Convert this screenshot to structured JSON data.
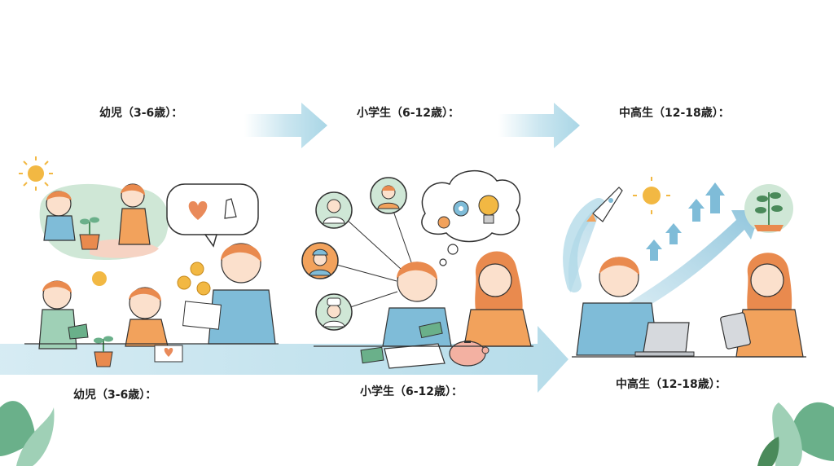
{
  "stages": {
    "top": [
      {
        "label": "幼児（3-6歳）："
      },
      {
        "label": "小学生（6-12歳）："
      },
      {
        "label": "中高生（12-18歳）："
      }
    ],
    "bottom": [
      {
        "label": "幼児（3-6歳）："
      },
      {
        "label": "小学生（6-12歳）："
      },
      {
        "label": "中高生（12-18歳）："
      }
    ]
  },
  "colors": {
    "arrow": "#a9d6e6",
    "skin": "#fbe0cc",
    "hair": "#e98a4e",
    "shirt_blue": "#7fbcd8",
    "shirt_orange": "#f2a25c",
    "green": "#6ab08a",
    "sun": "#f2b843",
    "heart": "#e98a5a"
  },
  "icons": [
    "sun-icon",
    "heart-icon",
    "clap-icon",
    "coin-icon",
    "doctor-icon",
    "chef-icon",
    "worker-icon",
    "teacher-icon",
    "gear-icon",
    "lightbulb-icon",
    "piggy-bank-icon",
    "rocket-icon",
    "growth-arrow-icon",
    "sprout-icon",
    "laptop-icon",
    "tablet-icon",
    "leaf-icon"
  ]
}
